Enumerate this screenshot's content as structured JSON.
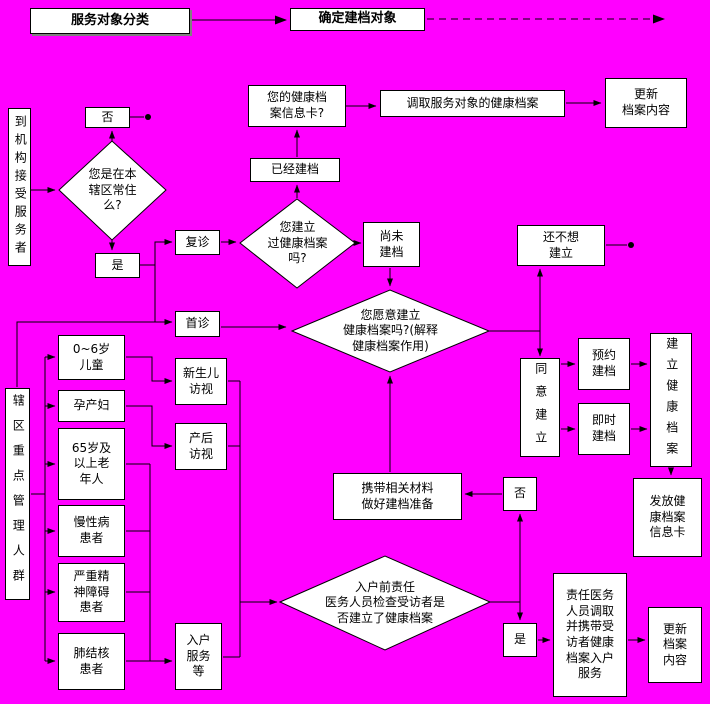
{
  "colors": {
    "background": "#FF00FF",
    "box_fill": "#FFFFFF",
    "line": "#000000"
  },
  "header": {
    "classify": "服务对象分类",
    "determine": "确定建档对象"
  },
  "nodes": {
    "daojigou": "到机构接受服务者",
    "fou1": "否",
    "shi1": "是",
    "fuzhen": "复诊",
    "shouzhen": "首诊",
    "yijing_jiandang": "已经建档",
    "xinxika": "您的健康档\n案信息卡?",
    "diaoqu": "调取服务对象的健康档案",
    "gengxin1": "更新\n档案内容",
    "shangwei_jiandang": "尚未\n建档",
    "haibuxiang": "还不想\n建立",
    "tongyi": "同意建立",
    "yuyue": "预约\n建档",
    "jishi": "即时\n建档",
    "jianli_dangan": "建立健康档案",
    "fafang": "发放健\n康档案\n信息卡",
    "xiedai": "携带相关材料\n做好建档准备",
    "fou2": "否",
    "shi2": "是",
    "zeren": "责任医务\n人员调取\n并携带受\n访者健康\n档案入户\n服务",
    "gengxin2": "更新\n档案\n内容",
    "xiaqu": "辖区重点管理人群",
    "ertong": "0~6岁\n儿童",
    "yunchanfu": "孕产妇",
    "laonianren": "65岁及\n以上老\n年人",
    "manxingbing": "慢性病\n患者",
    "jingshen": "严重精\n神障碍\n患者",
    "feijiehe": "肺结核\n患者",
    "xinshenger": "新生儿\n访视",
    "chanhou": "产后\n访视",
    "ruhu": "入户\n服务\n等"
  },
  "diamonds": {
    "changzhu": "您是在本\n辖区常住\n么?",
    "jianguole": "您建立\n过健康档案\n吗?",
    "yuanyi": "您愿意建立\n健康档案吗?(解释\n健康档案作用)",
    "ruhu_check": "入户前责任\n医务人员检查受访者是\n否建立了健康档案"
  }
}
